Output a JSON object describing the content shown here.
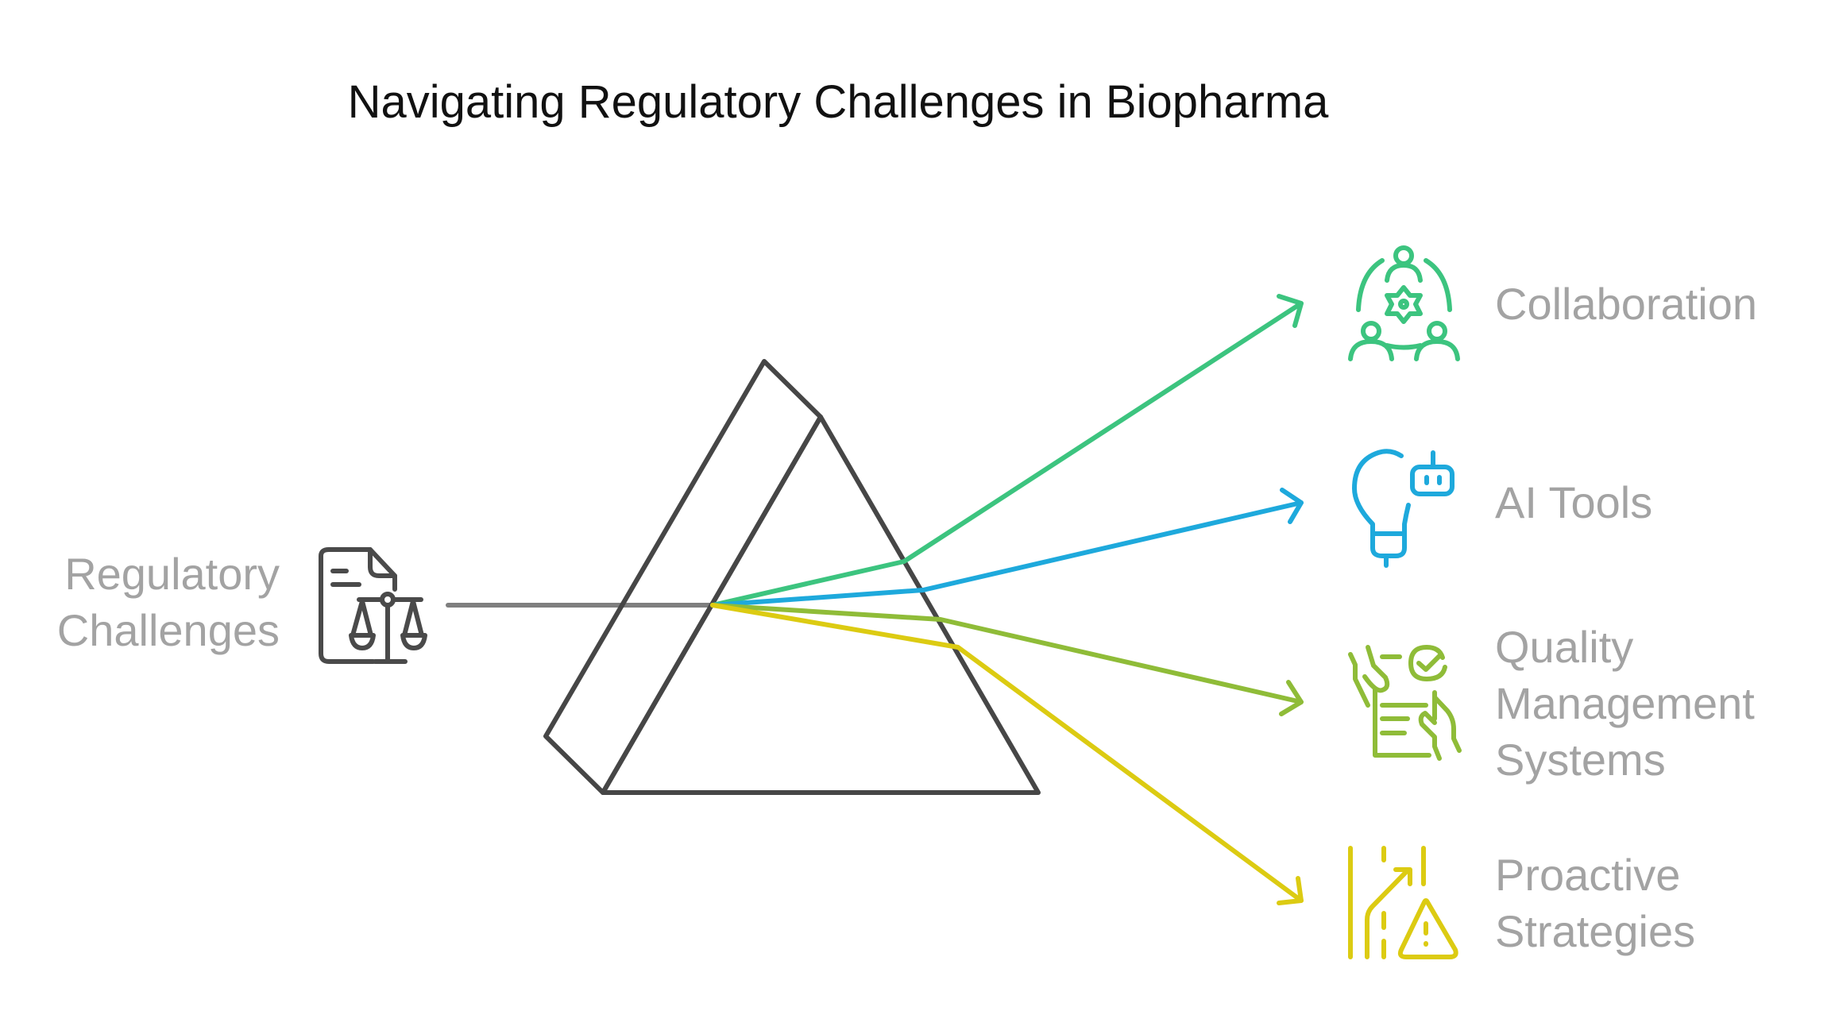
{
  "title": "Navigating Regulatory Challenges in Biopharma",
  "source": {
    "label_lines": [
      "Regulatory",
      "Challenges"
    ],
    "icon": "document-scales-icon",
    "color": "#4a4a4a",
    "beam_color": "#7f7f7f"
  },
  "prism": {
    "stroke": "#464646"
  },
  "outputs": [
    {
      "label_lines": [
        "Collaboration"
      ],
      "icon": "team-gear-icon",
      "color": "#3cc47f"
    },
    {
      "label_lines": [
        "AI Tools"
      ],
      "icon": "lightbulb-robot-icon",
      "color": "#1ea9dc"
    },
    {
      "label_lines": [
        "Quality",
        "Management",
        "Systems"
      ],
      "icon": "checklist-hands-icon",
      "color": "#8fbc38"
    },
    {
      "label_lines": [
        "Proactive",
        "Strategies"
      ],
      "icon": "road-warning-icon",
      "color": "#dccb12"
    }
  ],
  "text_color": "#a3a3a3"
}
